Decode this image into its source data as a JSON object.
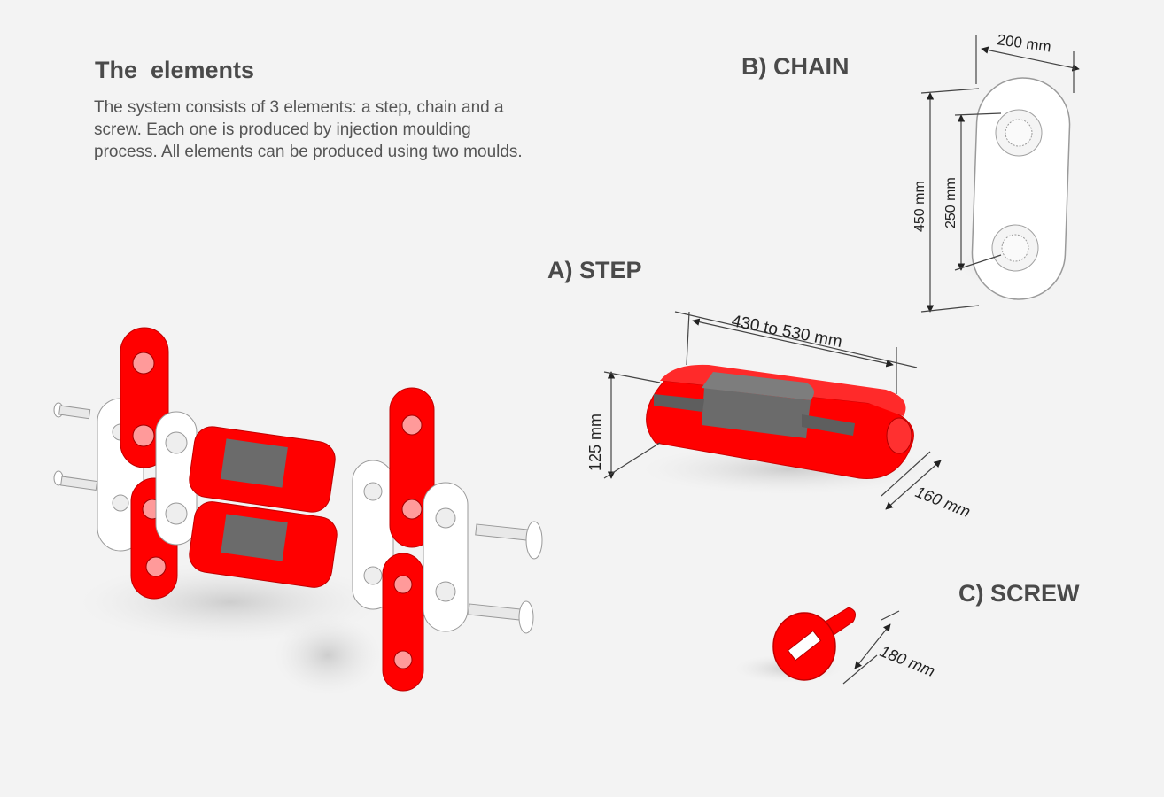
{
  "heading": {
    "title": "The  elements",
    "description": "The system consists of 3 elements: a step, chain and a screw. Each one is produced by injection moulding process. All elements can be produced using two moulds."
  },
  "sections": {
    "chain": "B) CHAIN",
    "step": "A) STEP",
    "screw": "C) SCREW"
  },
  "dimensions": {
    "chain_width": "200 mm",
    "chain_length": "450 mm",
    "chain_hole_spacing": "250 mm",
    "step_length": "430 to 530 mm",
    "step_height": "125 mm",
    "step_depth": "160 mm",
    "screw_length": "180 mm"
  },
  "colors": {
    "part_red": "#ff0000",
    "part_white": "#ffffff",
    "tread_gray": "#6b6b6b",
    "background": "#f3f3f3"
  }
}
